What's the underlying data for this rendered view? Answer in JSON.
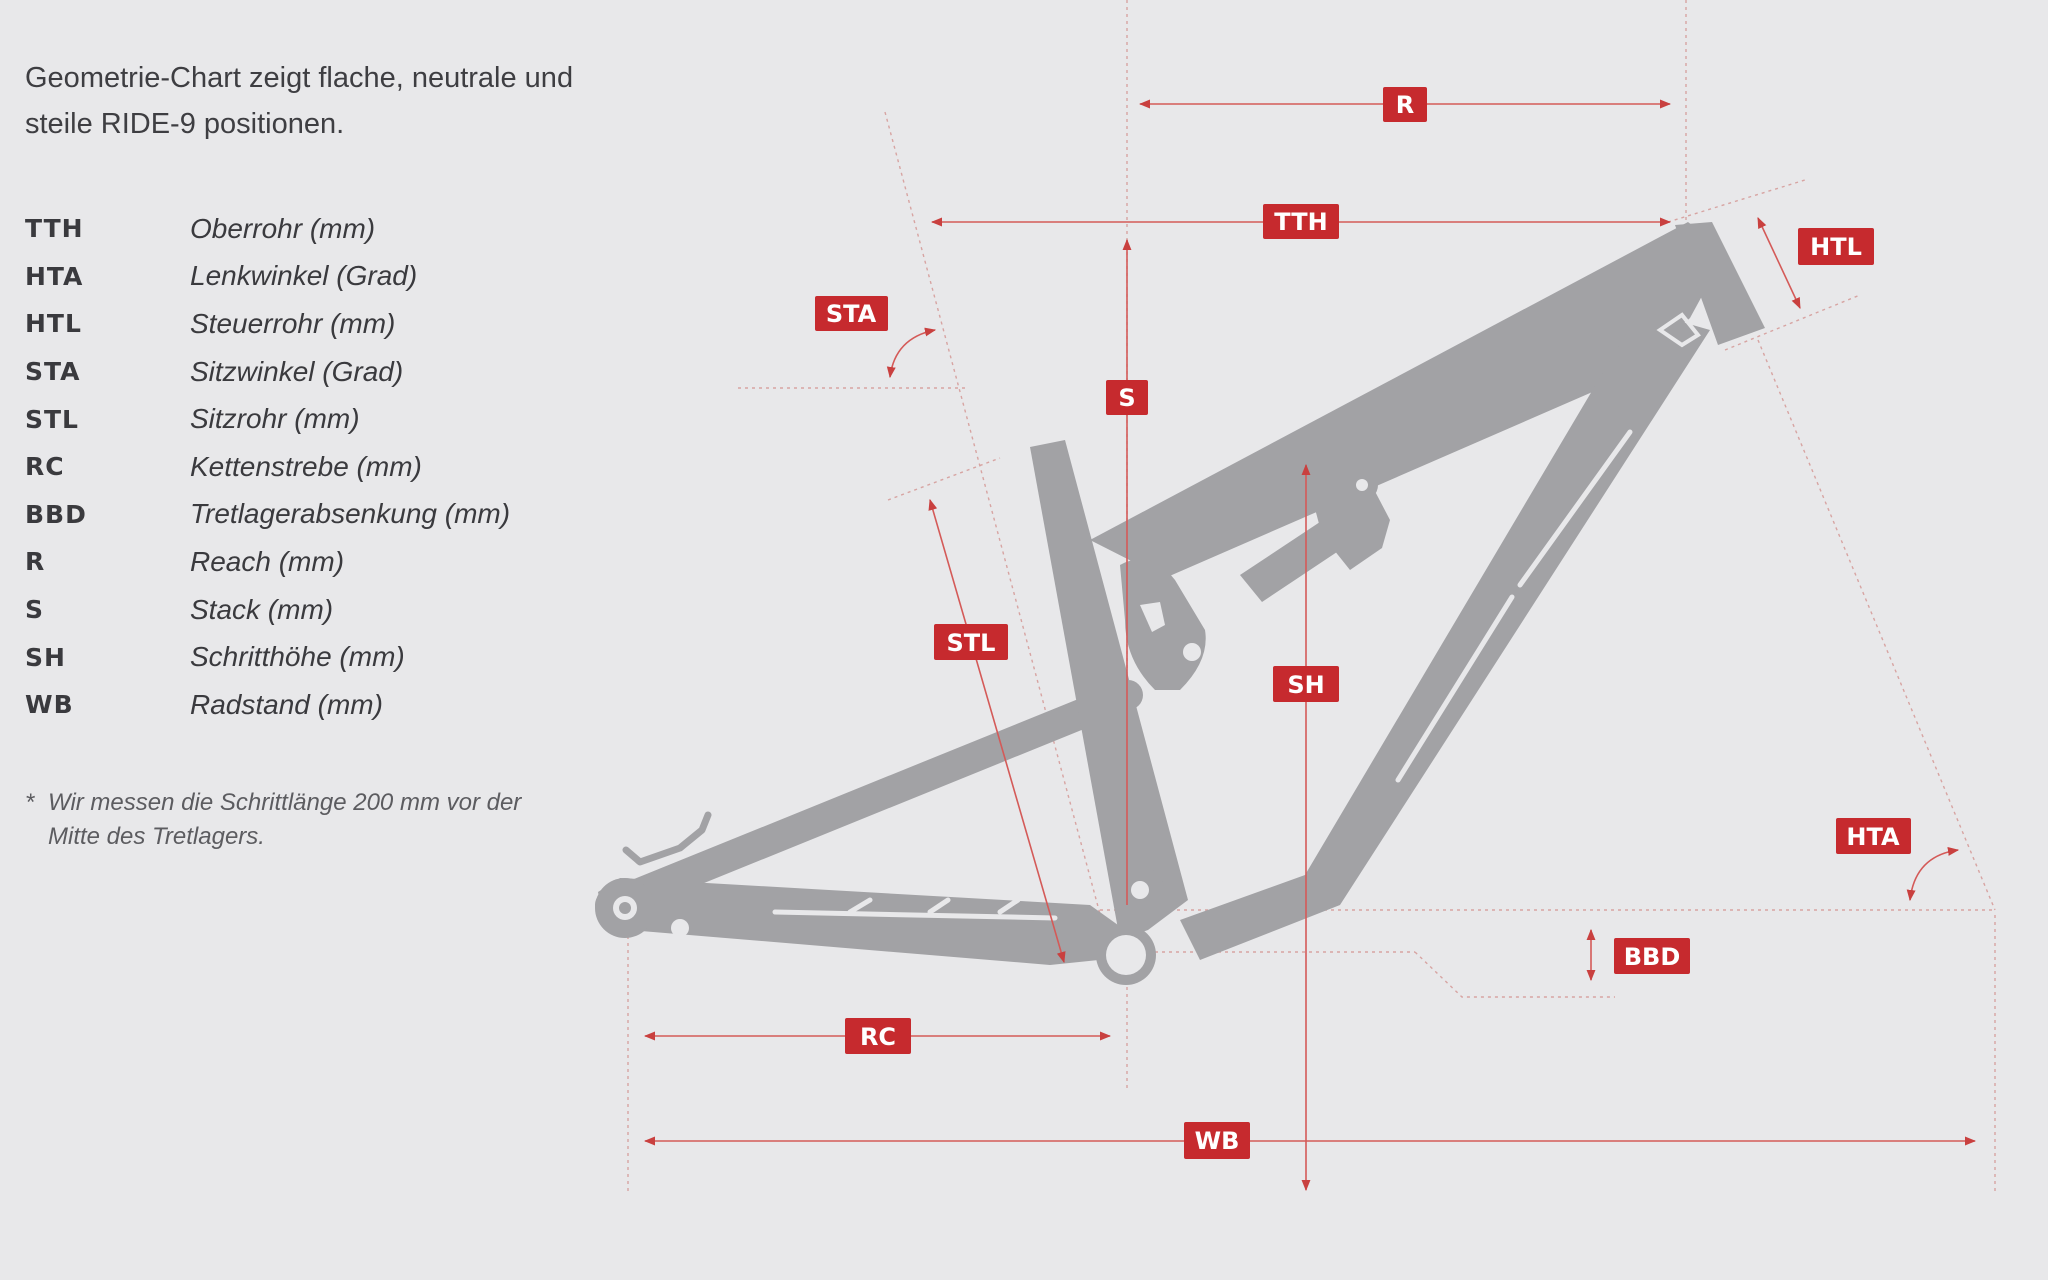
{
  "intro_text": "Geometrie-Chart zeigt flache, neutrale und steile RIDE-9 positionen.",
  "legend": [
    {
      "abbr": "TTH",
      "label": "Oberrohr (mm)"
    },
    {
      "abbr": "HTA",
      "label": "Lenkwinkel (Grad)"
    },
    {
      "abbr": "HTL",
      "label": "Steuerrohr (mm)"
    },
    {
      "abbr": "STA",
      "label": "Sitzwinkel (Grad)"
    },
    {
      "abbr": "STL",
      "label": "Sitzrohr (mm)"
    },
    {
      "abbr": "RC",
      "label": "Kettenstrebe (mm)"
    },
    {
      "abbr": "BBD",
      "label": "Tretlagerabsenkung (mm)"
    },
    {
      "abbr": "R",
      "label": "Reach (mm)"
    },
    {
      "abbr": "S",
      "label": "Stack (mm)"
    },
    {
      "abbr": "SH",
      "label": "Schritthöhe (mm)"
    },
    {
      "abbr": "WB",
      "label": "Radstand (mm)"
    }
  ],
  "footnote": {
    "marker": "*",
    "text": "Wir messen die Schrittlänge 200 mm vor der Mitte des Tretlagers."
  },
  "diagram_labels": {
    "R": "R",
    "TTH": "TTH",
    "HTL": "HTL",
    "STA": "STA",
    "S": "S",
    "STL": "STL",
    "SH": "SH",
    "HTA": "HTA",
    "BBD": "BBD",
    "RC": "RC",
    "WB": "WB"
  },
  "colors": {
    "accent": "#c62a2e",
    "frame": "#a2a2a5",
    "background": "#e8e8ea"
  }
}
